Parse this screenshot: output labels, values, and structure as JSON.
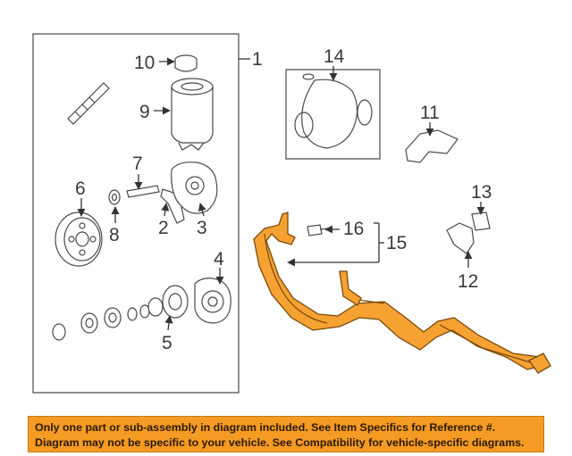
{
  "callouts": [
    "1",
    "2",
    "3",
    "4",
    "5",
    "6",
    "7",
    "8",
    "9",
    "10",
    "11",
    "12",
    "13",
    "14",
    "15",
    "16"
  ],
  "notice": {
    "line1": "Only one part or sub-assembly in diagram included. See Item Specifics for Reference #.",
    "line2": "Diagram may not be specific to your vehicle. See Compatibility for vehicle-specific diagrams."
  },
  "colors": {
    "highlight": "#f6a233",
    "notice_bg": "#f59a23",
    "line": "#333333"
  }
}
